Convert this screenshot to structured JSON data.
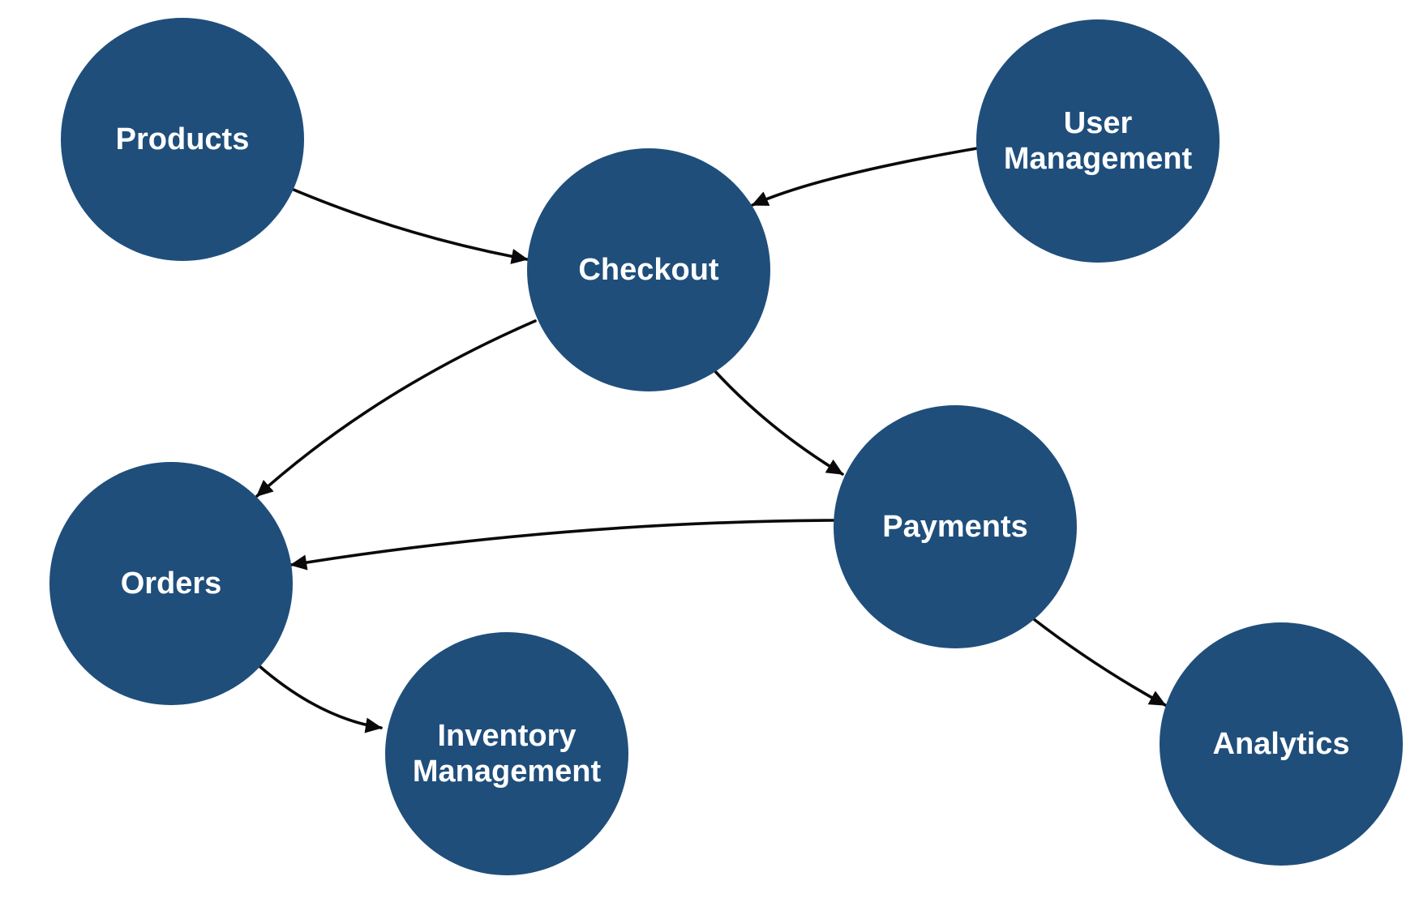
{
  "diagram": {
    "type": "directed-graph",
    "background_color": "#ffffff",
    "node_fill_color": "#1f4e7b",
    "node_text_color": "#ffffff",
    "edge_color": "#0a0a0a",
    "nodes": {
      "products": {
        "label": "Products"
      },
      "user_management": {
        "label": "User Management",
        "line1": "User",
        "line2": "Management"
      },
      "checkout": {
        "label": "Checkout"
      },
      "orders": {
        "label": "Orders"
      },
      "payments": {
        "label": "Payments"
      },
      "inventory_management": {
        "label": "Inventory Management",
        "line1": "Inventory",
        "line2": "Management"
      },
      "analytics": {
        "label": "Analytics"
      }
    },
    "edges": [
      {
        "from": "Products",
        "to": "Checkout"
      },
      {
        "from": "User Management",
        "to": "Checkout"
      },
      {
        "from": "Checkout",
        "to": "Orders"
      },
      {
        "from": "Checkout",
        "to": "Payments"
      },
      {
        "from": "Payments",
        "to": "Orders"
      },
      {
        "from": "Orders",
        "to": "Inventory Management"
      },
      {
        "from": "Payments",
        "to": "Analytics"
      }
    ]
  }
}
